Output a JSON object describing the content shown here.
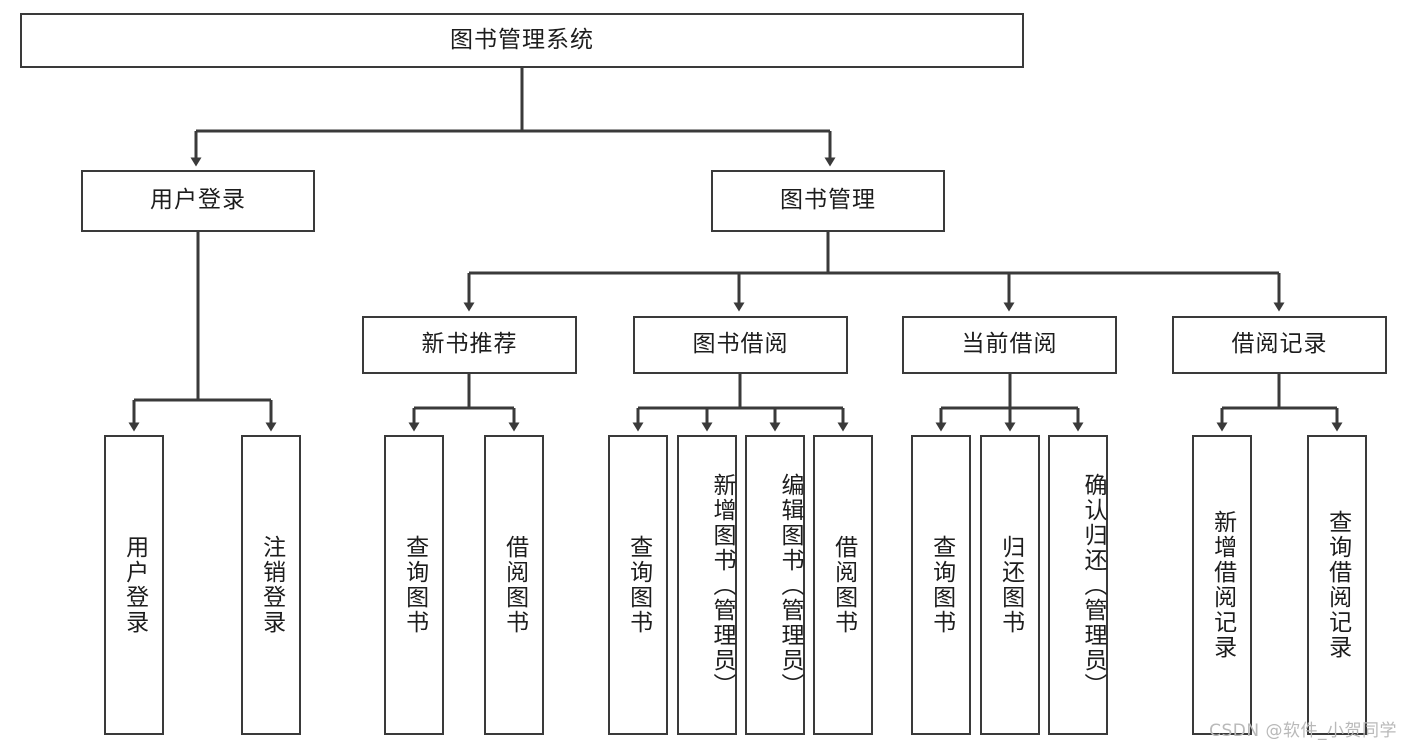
{
  "diagram": {
    "title": "图书管理系统",
    "type": "hierarchy-tree",
    "line_color": "#3a3a3a",
    "text_color": "#1d1d1d",
    "background": "#ffffff",
    "levels": 4
  },
  "nodes": {
    "root": {
      "label": "图书管理系统"
    },
    "level2": [
      {
        "id": "user-login",
        "label": "用户登录"
      },
      {
        "id": "book-manage",
        "label": "图书管理"
      }
    ],
    "level3": [
      {
        "id": "new-book-recommend",
        "label": "新书推荐"
      },
      {
        "id": "book-borrow",
        "label": "图书借阅"
      },
      {
        "id": "current-borrow",
        "label": "当前借阅"
      },
      {
        "id": "borrow-record",
        "label": "借阅记录"
      }
    ],
    "leaves": {
      "user_login": [
        {
          "id": "leaf-user-login",
          "label": "用户登录"
        },
        {
          "id": "leaf-logout",
          "label": "注销登录"
        }
      ],
      "new_book_recommend": [
        {
          "id": "leaf-query-book-1",
          "label": "查询图书"
        },
        {
          "id": "leaf-borrow-book-1",
          "label": "借阅图书"
        }
      ],
      "book_borrow": [
        {
          "id": "leaf-query-book-2",
          "label": "查询图书"
        },
        {
          "id": "leaf-add-book",
          "label": "新增图书（管理员）"
        },
        {
          "id": "leaf-edit-book",
          "label": "编辑图书（管理员）"
        },
        {
          "id": "leaf-borrow-book-2",
          "label": "借阅图书"
        }
      ],
      "current_borrow": [
        {
          "id": "leaf-query-book-3",
          "label": "查询图书"
        },
        {
          "id": "leaf-return-book",
          "label": "归还图书"
        },
        {
          "id": "leaf-confirm-return",
          "label": "确认归还（管理员）"
        }
      ],
      "borrow_record": [
        {
          "id": "leaf-add-record",
          "label": "新增借阅记录"
        },
        {
          "id": "leaf-query-record",
          "label": "查询借阅记录"
        }
      ]
    }
  },
  "watermark": {
    "text": "CSDN @软件_小贺同学"
  }
}
